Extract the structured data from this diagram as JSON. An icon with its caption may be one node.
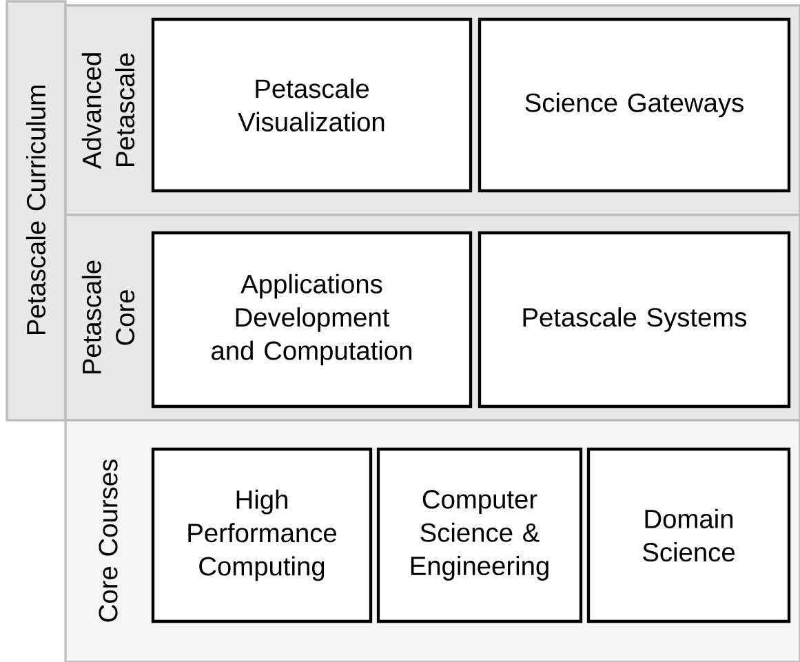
{
  "diagram": {
    "nodes": [
      {
        "text": [
          "Petascale Curriculum"
        ]
      },
      {
        "text": [
          "Advanced Petascale"
        ]
      },
      {
        "text": [
          "Petascale Visualization"
        ],
        "in": 1
      },
      {
        "text": [
          "Science Gateways"
        ],
        "in": 1
      },
      {
        "text": [
          "Petascale Core"
        ]
      },
      {
        "text": [
          "Applications Development and Computation"
        ],
        "in": 4
      },
      {
        "text": [
          "Petascale Systems"
        ],
        "in": 4
      },
      {
        "text": [
          "Core Courses"
        ]
      },
      {
        "text": [
          "High Performance Computing"
        ],
        "in": 7
      },
      {
        "text": [
          "Computer Science & Engineering"
        ],
        "in": 7
      },
      {
        "text": [
          "Domain Science"
        ],
        "in": 7
      }
    ]
  }
}
